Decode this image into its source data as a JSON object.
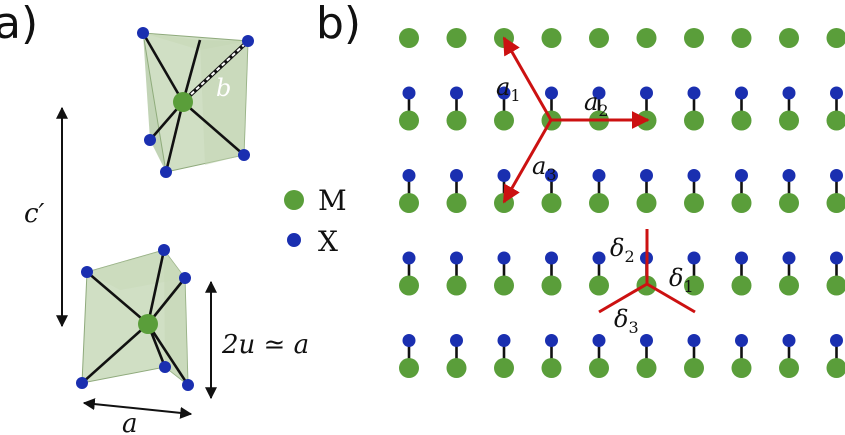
{
  "panels": {
    "a": "a)",
    "b": "b)"
  },
  "labels": {
    "b_bond": "b",
    "c_prime": "c′",
    "two_u": "2u ≃ a",
    "a_width": "a",
    "a1_main": "a",
    "a1_sub": "1",
    "a2_main": "a",
    "a2_sub": "2",
    "a3_main": "a",
    "a3_sub": "3",
    "d1_main": "δ",
    "d1_sub": "1",
    "d2_main": "δ",
    "d2_sub": "2",
    "d3_main": "δ",
    "d3_sub": "3"
  },
  "legend": {
    "m_label": "M",
    "x_label": "X"
  },
  "colors": {
    "metal": "#5a9e3a",
    "chalcogen": "#1a2fb0",
    "vector": "#cc1111",
    "prism": "#9fbf8a"
  }
}
